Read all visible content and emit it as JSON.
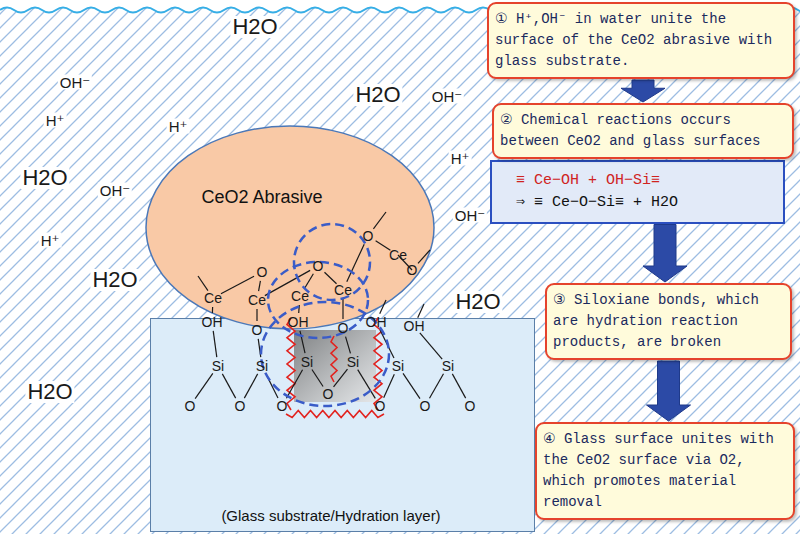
{
  "diagram": {
    "nodes": [
      {
        "text": [
          "CeO2 Abrasive"
        ]
      },
      {
        "text": [
          "(Glass substrate/Hydration layer)"
        ]
      },
      {
        "text": [
          "① H⁺,OH⁻ in water unite the surface of the CeO2 abrasive with glass substrate."
        ]
      },
      {
        "text": [
          "② Chemical reactions occurs between CeO2 and glass surfaces"
        ]
      },
      {
        "text": [
          "≡ Ce−OH + OH−Si≡",
          "⇒ ≡ Ce−O−Si≡ + H2O"
        ]
      },
      {
        "text": [
          "③ Siloxiane bonds, which are hydration reaction products, are broken"
        ]
      },
      {
        "text": [
          "④ Glass surface unites with the CeO2 surface via O2, which promotes material removal"
        ]
      }
    ],
    "edges": [
      {
        "from": 2,
        "to": 3,
        "arrow": "to"
      },
      {
        "from": 4,
        "to": 5,
        "arrow": "to"
      },
      {
        "from": 5,
        "to": 6,
        "arrow": "to"
      }
    ],
    "labels": [
      "H2O",
      "H2O",
      "H2O",
      "H2O",
      "H2O",
      "H2O",
      "OH⁻",
      "OH⁻",
      "OH⁻",
      "OH⁻",
      "H⁺",
      "H⁺",
      "H⁺",
      "H⁺",
      "O",
      "Ce",
      "O",
      "O",
      "O",
      "Ce",
      "Ce",
      "Ce",
      "Ce",
      "OH",
      "OH",
      "OH",
      "OH",
      "O",
      "O",
      "Si",
      "Si",
      "Si",
      "Si",
      "Si",
      "Si",
      "O",
      "O",
      "O",
      "O",
      "O",
      "O",
      "O"
    ]
  }
}
